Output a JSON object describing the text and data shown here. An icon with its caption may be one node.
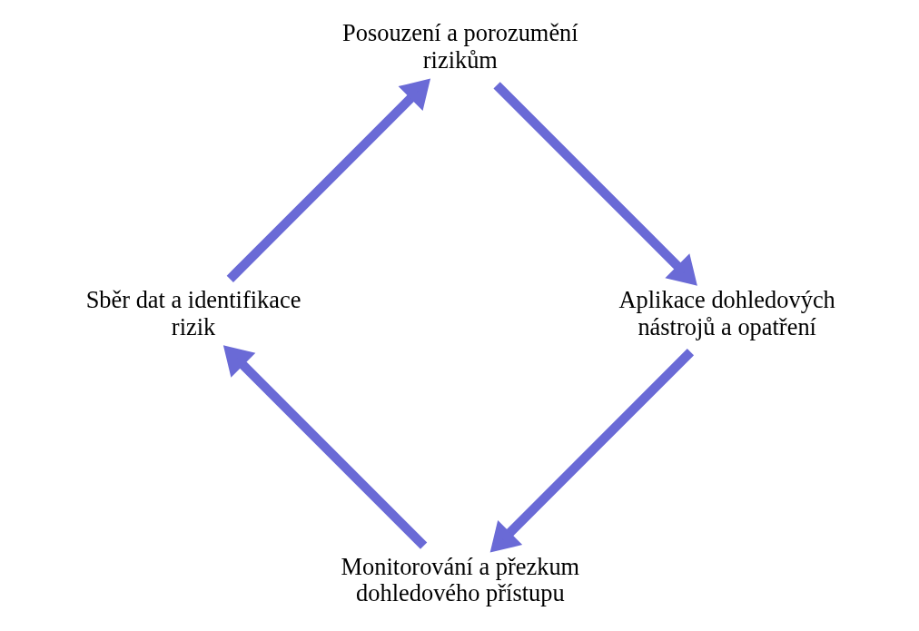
{
  "diagram": {
    "nodes": [
      {
        "text": [
          "Monitorování a přezkum dohledového přístupu"
        ]
      },
      {
        "text": [
          "Sběr dat a identifikace rizik"
        ]
      },
      {
        "text": [
          "Aplikace dohledových nástrojů a opatření"
        ]
      },
      {
        "text": [
          "Posouzení a porozumění rizikům"
        ]
      }
    ],
    "edges": [
      {
        "from": 0,
        "to": 1,
        "arrow": "to"
      },
      {
        "from": 1,
        "to": 3,
        "arrow": "to"
      },
      {
        "from": 3,
        "to": 2,
        "arrow": "to"
      },
      {
        "from": 2,
        "to": 0,
        "arrow": "to"
      }
    ]
  }
}
